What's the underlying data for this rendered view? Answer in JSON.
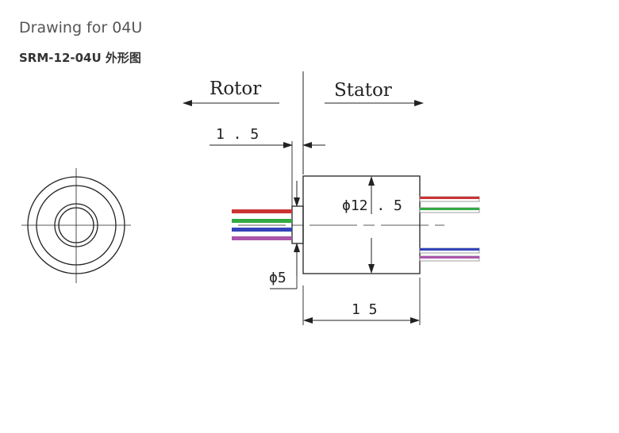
{
  "header": {
    "title": "Drawing for 04U",
    "subtitle": "SRM-12-04U 外形图"
  },
  "drawing": {
    "rotor_label": "Rotor",
    "stator_label": "Stator",
    "dim_flange": "1 . 5",
    "dim_body_diameter": "ϕ12 . 5",
    "dim_shaft_diameter": "ϕ5",
    "dim_length": "1 5"
  },
  "colors": {
    "line": "#222222",
    "wire_red": "#cc3333",
    "wire_green": "#33aa44",
    "wire_blue": "#3344bb",
    "wire_purple": "#aa55aa"
  }
}
